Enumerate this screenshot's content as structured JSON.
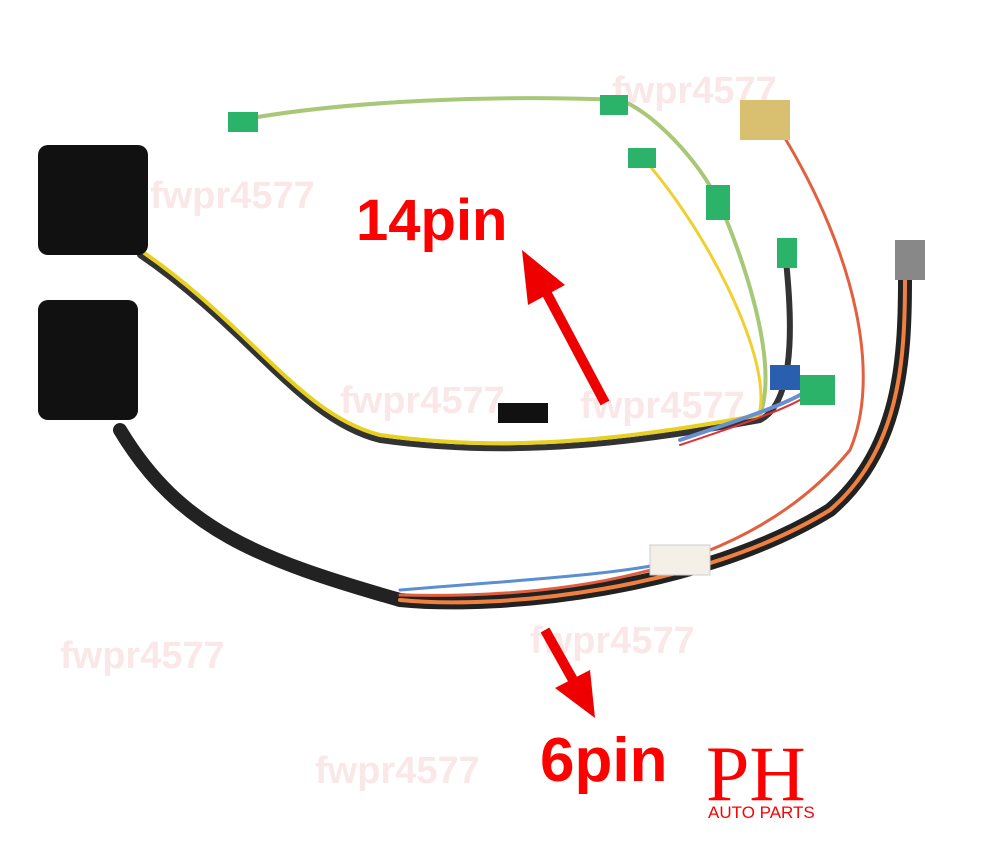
{
  "labels": {
    "pin14": "14pin",
    "pin6": "6pin"
  },
  "logo": {
    "initials": "PH",
    "subtitle": "AUTO PARTS"
  },
  "watermark": "fwpr4577",
  "colors": {
    "label": "#ff0000",
    "arrow": "#ee0000",
    "connector_green": "#2bb36a",
    "connector_black": "#111111"
  }
}
